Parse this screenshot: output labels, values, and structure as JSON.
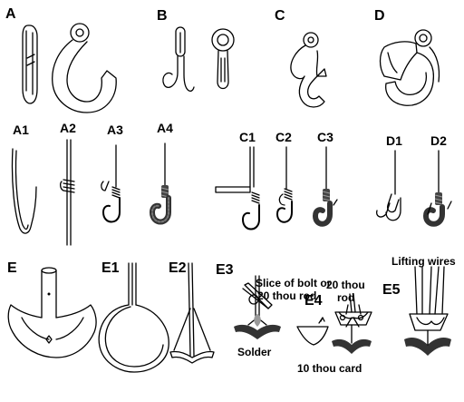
{
  "labels": {
    "A": "A",
    "B": "B",
    "C": "C",
    "D": "D",
    "A1": "A1",
    "A2": "A2",
    "A3": "A3",
    "A4": "A4",
    "C1": "C1",
    "C2": "C2",
    "C3": "C3",
    "D1": "D1",
    "D2": "D2",
    "E": "E",
    "E1": "E1",
    "E2": "E2",
    "E3": "E3",
    "E4": "E4",
    "E5": "E5"
  },
  "annotations": {
    "slice_line1": "Slice of bolt or",
    "slice_line2": "20 thou rod",
    "solder": "Solder",
    "rod_line1": "20 thou",
    "rod_line2": "rod",
    "card": "10 thou card",
    "lifting": "Lifting wires"
  }
}
